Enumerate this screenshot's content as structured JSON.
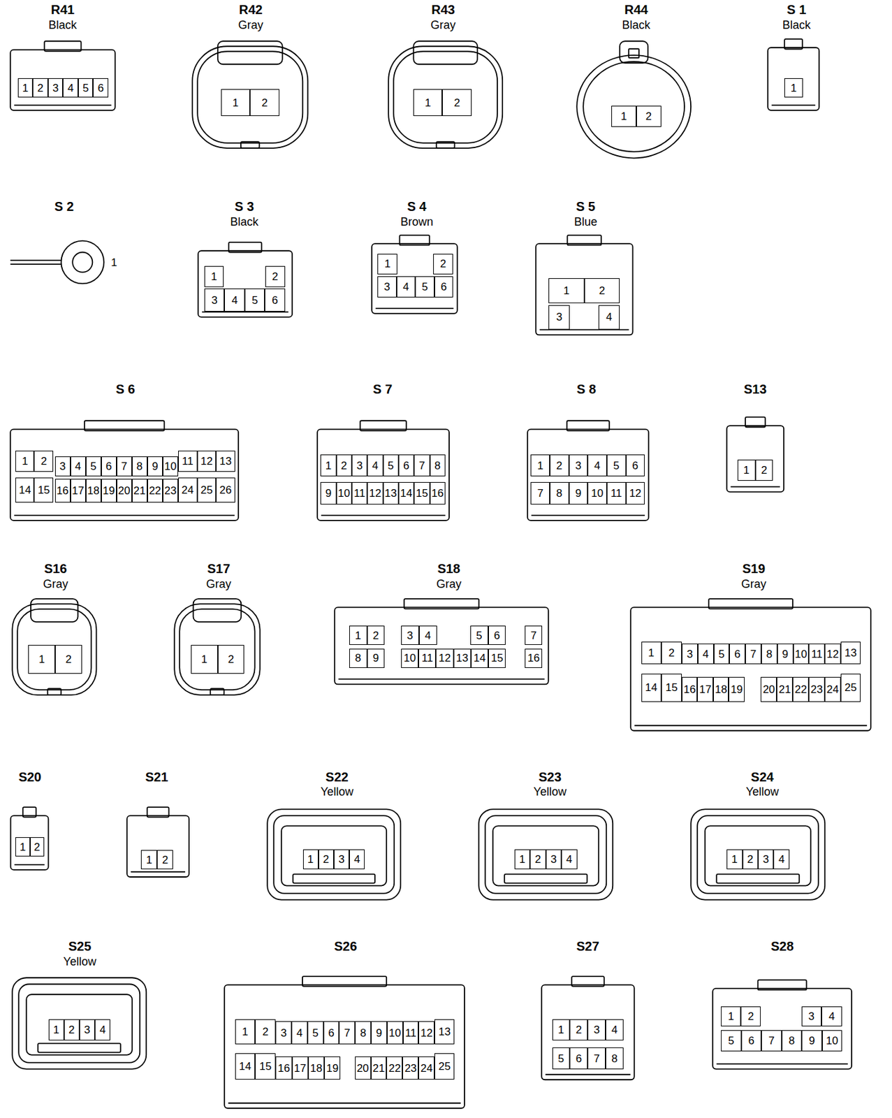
{
  "diagram": {
    "nodes": [
      {
        "text": [
          "R41",
          "Black",
          "1",
          "2",
          "3",
          "4",
          "5",
          "6"
        ]
      },
      {
        "text": [
          "R42",
          "Gray",
          "1",
          "2"
        ]
      },
      {
        "text": [
          "R43",
          "Gray",
          "1",
          "2"
        ]
      },
      {
        "text": [
          "R44",
          "Black",
          "1",
          "2"
        ]
      },
      {
        "text": [
          "S 1",
          "Black",
          "1"
        ]
      },
      {
        "text": [
          "S 2",
          "1"
        ]
      },
      {
        "text": [
          "S 3",
          "Black",
          "1",
          "2",
          "3",
          "4",
          "5",
          "6"
        ]
      },
      {
        "text": [
          "S 4",
          "Brown",
          "1",
          "2",
          "3",
          "4",
          "5",
          "6"
        ]
      },
      {
        "text": [
          "S 5",
          "Blue",
          "1",
          "2",
          "3",
          "4"
        ]
      },
      {
        "text": [
          "S 6",
          "1",
          "2",
          "3",
          "4",
          "5",
          "6",
          "7",
          "8",
          "9",
          "10",
          "11",
          "12",
          "13",
          "14",
          "15",
          "16",
          "17",
          "18",
          "19",
          "20",
          "21",
          "22",
          "23",
          "24",
          "25",
          "26"
        ]
      },
      {
        "text": [
          "S 7",
          "1",
          "2",
          "3",
          "4",
          "5",
          "6",
          "7",
          "8",
          "9",
          "10",
          "11",
          "12",
          "13",
          "14",
          "15",
          "16"
        ]
      },
      {
        "text": [
          "S 8",
          "1",
          "2",
          "3",
          "4",
          "5",
          "6",
          "7",
          "8",
          "9",
          "10",
          "11",
          "12"
        ]
      },
      {
        "text": [
          "S13",
          "1",
          "2"
        ]
      },
      {
        "text": [
          "S16",
          "Gray",
          "1",
          "2"
        ]
      },
      {
        "text": [
          "S17",
          "Gray",
          "1",
          "2"
        ]
      },
      {
        "text": [
          "S18",
          "Gray",
          "1",
          "2",
          "3",
          "4",
          "5",
          "6",
          "7",
          "8",
          "9",
          "10",
          "11",
          "12",
          "13",
          "14",
          "15",
          "16"
        ]
      },
      {
        "text": [
          "S19",
          "Gray",
          "1",
          "2",
          "3",
          "4",
          "5",
          "6",
          "7",
          "8",
          "9",
          "10",
          "11",
          "12",
          "13",
          "14",
          "15",
          "16",
          "17",
          "18",
          "19",
          "20",
          "21",
          "22",
          "23",
          "24",
          "25"
        ]
      },
      {
        "text": [
          "S20",
          "1",
          "2"
        ]
      },
      {
        "text": [
          "S21",
          "1",
          "2"
        ]
      },
      {
        "text": [
          "S22",
          "Yellow",
          "1",
          "2",
          "3",
          "4"
        ]
      },
      {
        "text": [
          "S23",
          "Yellow",
          "1",
          "2",
          "3",
          "4"
        ]
      },
      {
        "text": [
          "S24",
          "Yellow",
          "1",
          "2",
          "3",
          "4"
        ]
      },
      {
        "text": [
          "S25",
          "Yellow",
          "1",
          "2",
          "3",
          "4"
        ]
      },
      {
        "text": [
          "S26",
          "1",
          "2",
          "3",
          "4",
          "5",
          "6",
          "7",
          "8",
          "9",
          "10",
          "11",
          "12",
          "13",
          "14",
          "15",
          "16",
          "17",
          "18",
          "19",
          "20",
          "21",
          "22",
          "23",
          "24",
          "25"
        ]
      },
      {
        "text": [
          "S27",
          "1",
          "2",
          "3",
          "4",
          "5",
          "6",
          "7",
          "8"
        ]
      },
      {
        "text": [
          "S28",
          "1",
          "2",
          "3",
          "4",
          "5",
          "6",
          "7",
          "8",
          "9",
          "10"
        ]
      }
    ]
  }
}
